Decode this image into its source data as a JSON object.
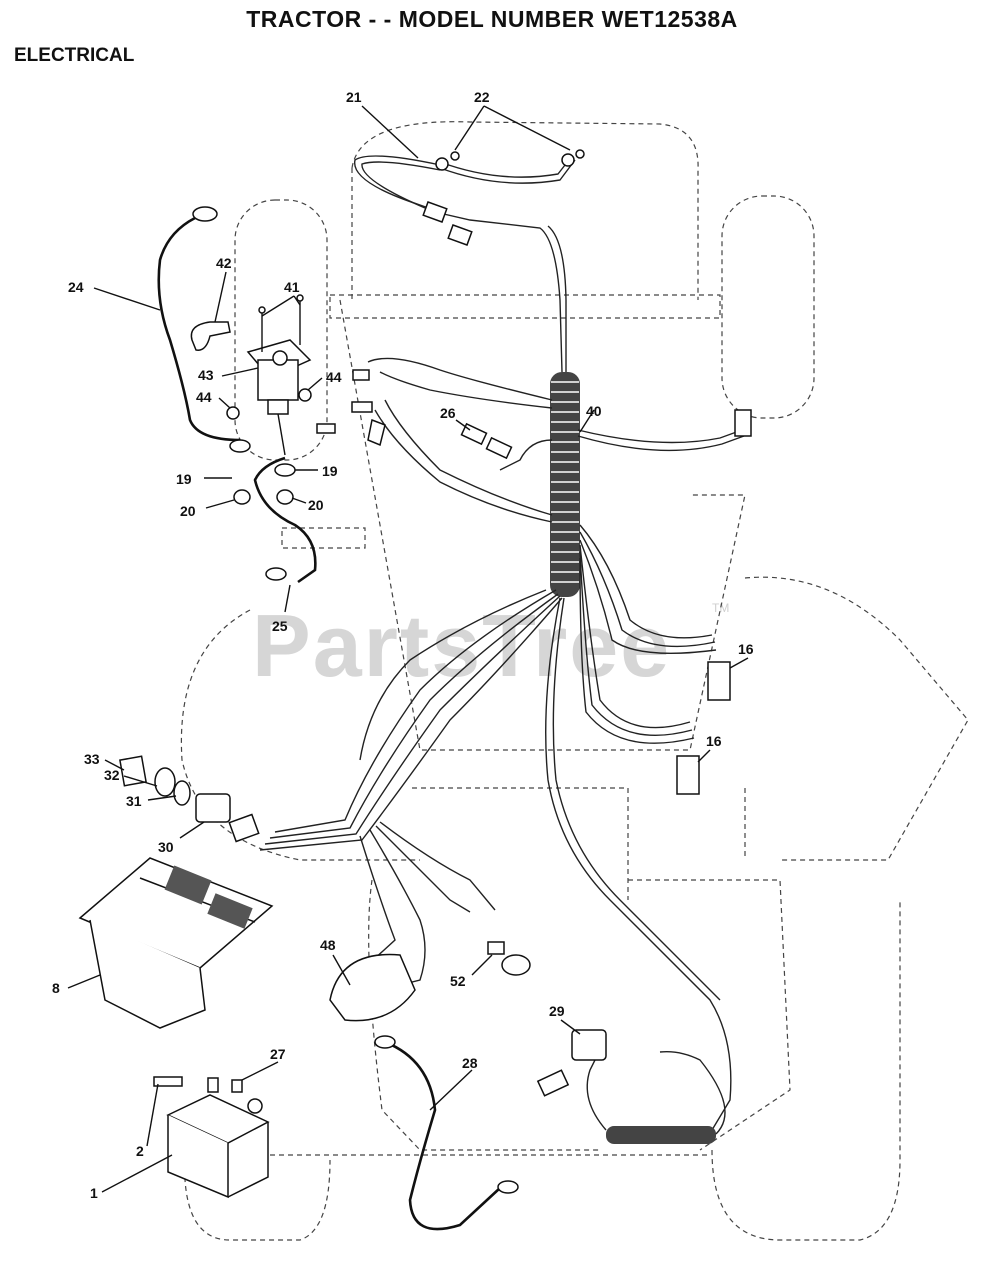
{
  "header": {
    "title": "TRACTOR - - MODEL NUMBER WET12538A",
    "section": "ELECTRICAL"
  },
  "watermark": {
    "text": "PartsTree",
    "tm": "TM"
  },
  "callouts": {
    "c1": "1",
    "c2": "2",
    "c8": "8",
    "c16a": "16",
    "c16b": "16",
    "c19a": "19",
    "c19b": "19",
    "c20a": "20",
    "c20b": "20",
    "c21": "21",
    "c22": "22",
    "c24": "24",
    "c25": "25",
    "c26": "26",
    "c27": "27",
    "c28": "28",
    "c29": "29",
    "c30": "30",
    "c31": "31",
    "c32": "32",
    "c33": "33",
    "c40": "40",
    "c41": "41",
    "c42": "42",
    "c43": "43",
    "c44a": "44",
    "c44b": "44",
    "c48": "48",
    "c52": "52"
  },
  "colors": {
    "ink": "#111111",
    "watermark": "#d6d6d6",
    "background": "#ffffff"
  }
}
